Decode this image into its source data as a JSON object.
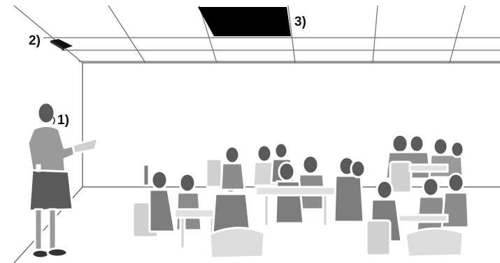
{
  "labels": {
    "item1": "1)",
    "item2": "2)",
    "item3": "3)"
  },
  "colors": {
    "grid_line": "#6b6b6b",
    "ceiling_panel": "#000000",
    "speaker": "#111111",
    "figure_fill": "#8c8c8c",
    "figure_dark": "#5a5a5a",
    "furniture": "#d9d9d9",
    "outline": "#ffffff"
  },
  "icons": {
    "teacher": "teacher-figure",
    "microphone": "microphone-icon",
    "speaker": "ceiling-speaker-icon",
    "panel": "ceiling-panel-icon"
  }
}
